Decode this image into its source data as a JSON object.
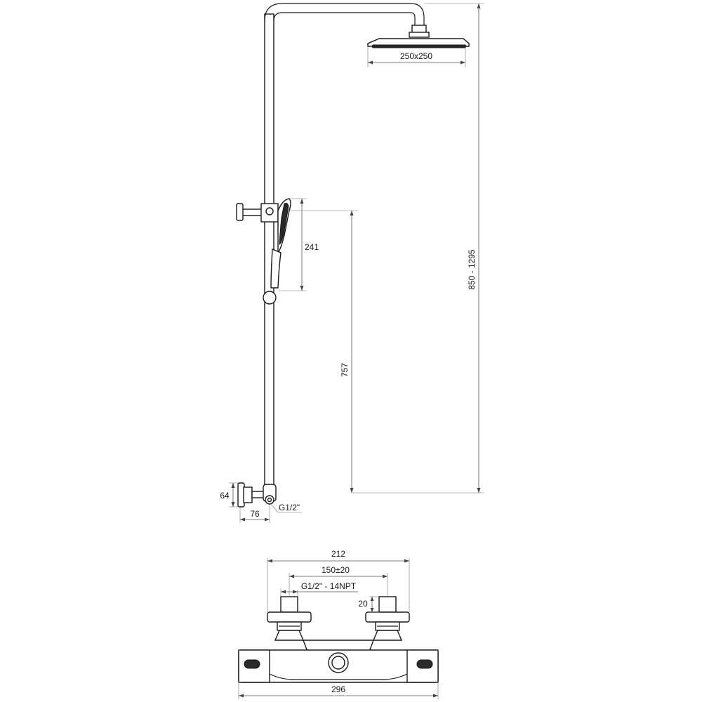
{
  "dimensions": {
    "head_size": "250x250",
    "total_height": "850 - 1295",
    "hand_shower_length": "241",
    "holder_height": "757",
    "wall_bracket_height": "64",
    "wall_bracket_depth": "76",
    "inlet_thread": "G1/2\"",
    "mixer_width": "212",
    "inlet_spacing": "150±20",
    "inlet_spacing_value": "150",
    "inlet_spacing_tolerance": "±",
    "inlet_spacing_range": "20",
    "connector_thread": "G1/2\" - 14NPT",
    "connector_height": "20",
    "body_length": "296"
  }
}
